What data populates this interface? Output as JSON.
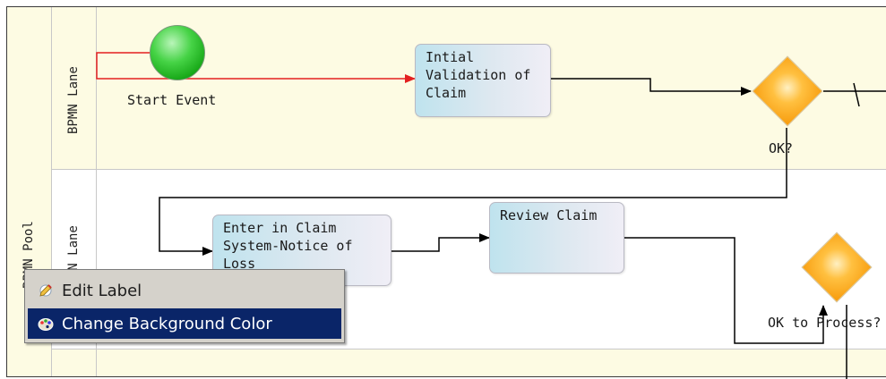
{
  "pool": {
    "label": "BPMN Pool"
  },
  "lanes": [
    {
      "label": "BPMN Lane"
    },
    {
      "label": "BPMN Lane"
    }
  ],
  "start_event": {
    "label": "Start Event"
  },
  "tasks": [
    {
      "label": "Intial\nValidation of\nClaim"
    },
    {
      "label": "Enter in Claim\nSystem-Notice of\nLoss"
    },
    {
      "label": "Review Claim"
    }
  ],
  "gateways": [
    {
      "label": "OK?"
    },
    {
      "label": "OK to Process?"
    }
  ],
  "context_menu": {
    "items": [
      {
        "label": "Edit Label",
        "icon": "edit-label-icon"
      },
      {
        "label": "Change Background Color",
        "icon": "color-palette-icon"
      }
    ],
    "highlighted": 1
  },
  "colors": {
    "lane_yellow": "#fdfbe3",
    "task_fill_start": "#bfe3ee",
    "start_event_green": "#2fc22f",
    "gateway_orange": "#f7a21a",
    "connector_red": "#e32020",
    "menu_highlight": "#0a2568"
  }
}
